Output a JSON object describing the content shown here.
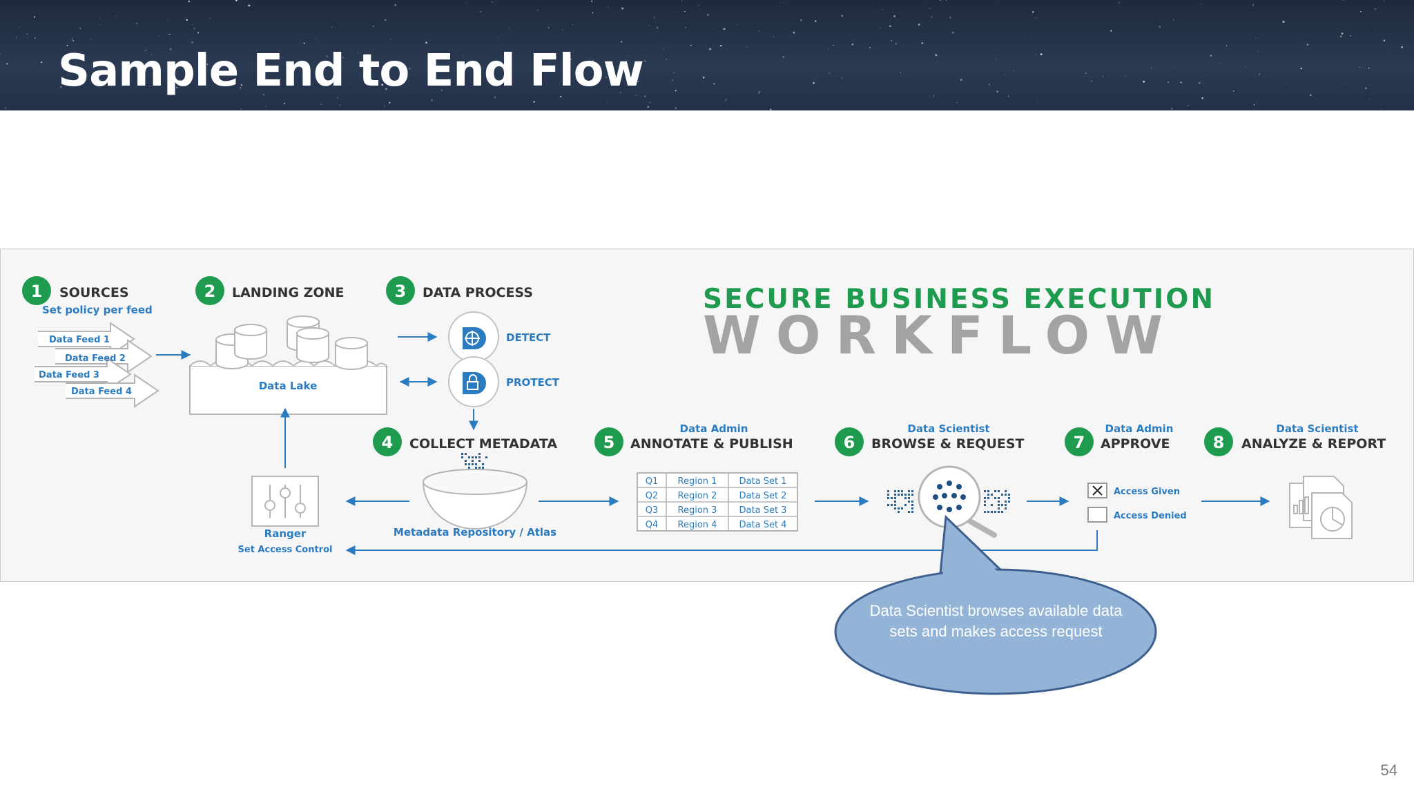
{
  "slide": {
    "title": "Sample End to End Flow",
    "page_number": "54"
  },
  "workflow": {
    "headline_1": "SECURE BUSINESS EXECUTION",
    "headline_2": "WORKFLOW",
    "steps": [
      {
        "num": "1",
        "label": "SOURCES"
      },
      {
        "num": "2",
        "label": "LANDING ZONE"
      },
      {
        "num": "3",
        "label": "DATA PROCESS"
      },
      {
        "num": "4",
        "label": "COLLECT METADATA"
      },
      {
        "num": "5",
        "label": "ANNOTATE & PUBLISH",
        "role": "Data Admin"
      },
      {
        "num": "6",
        "label": "BROWSE & REQUEST",
        "role": "Data Scientist"
      },
      {
        "num": "7",
        "label": "APPROVE",
        "role": "Data Admin"
      },
      {
        "num": "8",
        "label": "ANALYZE & REPORT",
        "role": "Data Scientist"
      }
    ],
    "policy_note": "Set policy per feed",
    "feeds": [
      "Data Feed 1",
      "Data Feed 2",
      "Data Feed 3",
      "Data Feed 4"
    ],
    "data_lake": "Data Lake",
    "detect": "DETECT",
    "protect": "PROTECT",
    "ranger": "Ranger",
    "ranger_sub": "Set Access Control",
    "metadata_repo": "Metadata Repository / Atlas",
    "table": [
      [
        "Q1",
        "Region 1",
        "Data Set 1"
      ],
      [
        "Q2",
        "Region 2",
        "Data Set 2"
      ],
      [
        "Q3",
        "Region 3",
        "Data Set 3"
      ],
      [
        "Q4",
        "Region 4",
        "Data Set 4"
      ]
    ],
    "access_given": "Access Given",
    "access_denied": "Access Denied",
    "callout": "Data Scientist browses available data sets and makes access request"
  },
  "colors": {
    "green": "#1e9b4e",
    "blue": "#2a7bc0",
    "gray_text": "#a3a3a3",
    "callout_fill": "#93b4d6",
    "callout_stroke": "#3d5f8f"
  }
}
